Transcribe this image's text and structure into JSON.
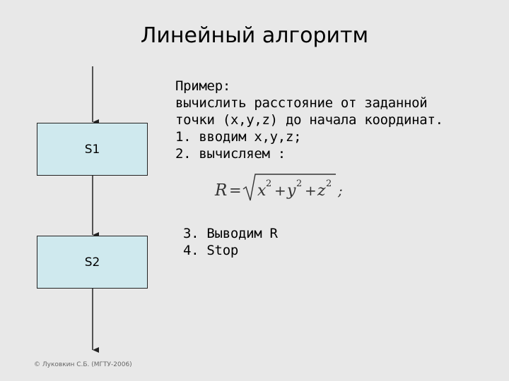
{
  "title": "Линейный алгоритм",
  "flowchart": {
    "block1": "S1",
    "block2": "S2"
  },
  "example": {
    "heading": "Пример:",
    "line1": "вычислить расстояние от заданной",
    "line2": "точки (x,y,z) до начала координат.",
    "step1": "1. вводим x,y,z;",
    "step2": "2. вычисляем :",
    "step3": "3. Выводим R",
    "step4": "4. Stop"
  },
  "formula": {
    "lhs": "R",
    "equals": "=",
    "x": "x",
    "y": "y",
    "z": "z",
    "exp": "2",
    "plus": "+",
    "end": ";"
  },
  "footer": "© Луковкин С.Б. (МГТУ-2006)",
  "colors": {
    "background": "#e8e8e8",
    "block_fill": "#cfe9ee",
    "stroke": "#222222"
  }
}
